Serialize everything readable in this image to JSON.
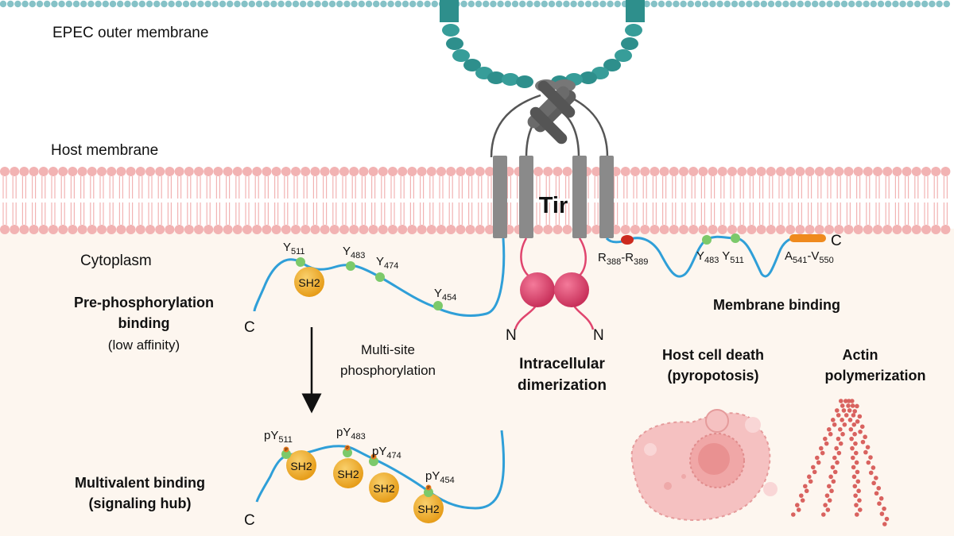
{
  "labels": {
    "outer_membrane": "EPEC outer membrane",
    "host_membrane": "Host membrane",
    "cytoplasm": "Cytoplasm",
    "tir": "Tir",
    "pre_phos_line1": "Pre-phosphorylation",
    "pre_phos_line2": "binding",
    "pre_phos_line3": "(low affinity)",
    "multisite_line1": "Multi-site",
    "multisite_line2": "phosphorylation",
    "multivalent_line1": "Multivalent binding",
    "multivalent_line2": "(signaling hub)",
    "dimer_line1": "Intracellular",
    "dimer_line2": "dimerization",
    "membrane_binding": "Membrane binding",
    "death_line1": "Host cell death",
    "death_line2": "(pyropotosis)",
    "actin_line1": "Actin",
    "actin_line2": "polymerization",
    "c_terminus": "C",
    "n_terminus": "N",
    "sh2": "SH2",
    "p": "P"
  },
  "residues": {
    "y511": {
      "base": "Y",
      "sub": "511"
    },
    "y483": {
      "base": "Y",
      "sub": "483"
    },
    "y474": {
      "base": "Y",
      "sub": "474"
    },
    "y454": {
      "base": "Y",
      "sub": "454"
    },
    "py511": {
      "base": "pY",
      "sub": "511"
    },
    "py483": {
      "base": "pY",
      "sub": "483"
    },
    "py474": {
      "base": "pY",
      "sub": "474"
    },
    "py454": {
      "base": "pY",
      "sub": "454"
    },
    "r388": {
      "base": "R",
      "sub": "388"
    },
    "r389": {
      "base": "R",
      "sub": "389"
    },
    "a541": {
      "base": "A",
      "sub": "541"
    },
    "v550": {
      "base": "V",
      "sub": "550"
    },
    "y483_right": {
      "base": "Y",
      "sub": "483"
    },
    "y511_right": {
      "base": "Y",
      "sub": "511"
    }
  },
  "colors": {
    "membrane_lipid": "#f2b3b3",
    "outer_membrane": "#86c2c7",
    "cytoplasm": "#fdf6ef",
    "intimin": "#2e8f8c",
    "tir_helix": "#8a8a8a",
    "chain": "#2f9fd8",
    "tyrosine": "#7cc96a",
    "sh2": "#f3b333",
    "dimer_ball": "#e0456e",
    "arginine": "#cc2a1f",
    "amphipathic": "#ef8a1e",
    "cell_death": "#f3b4b4",
    "actin": "#d9625f"
  },
  "icons": [
    "arrow-down-icon",
    "dying-cell-icon",
    "actin-filament-icon"
  ]
}
